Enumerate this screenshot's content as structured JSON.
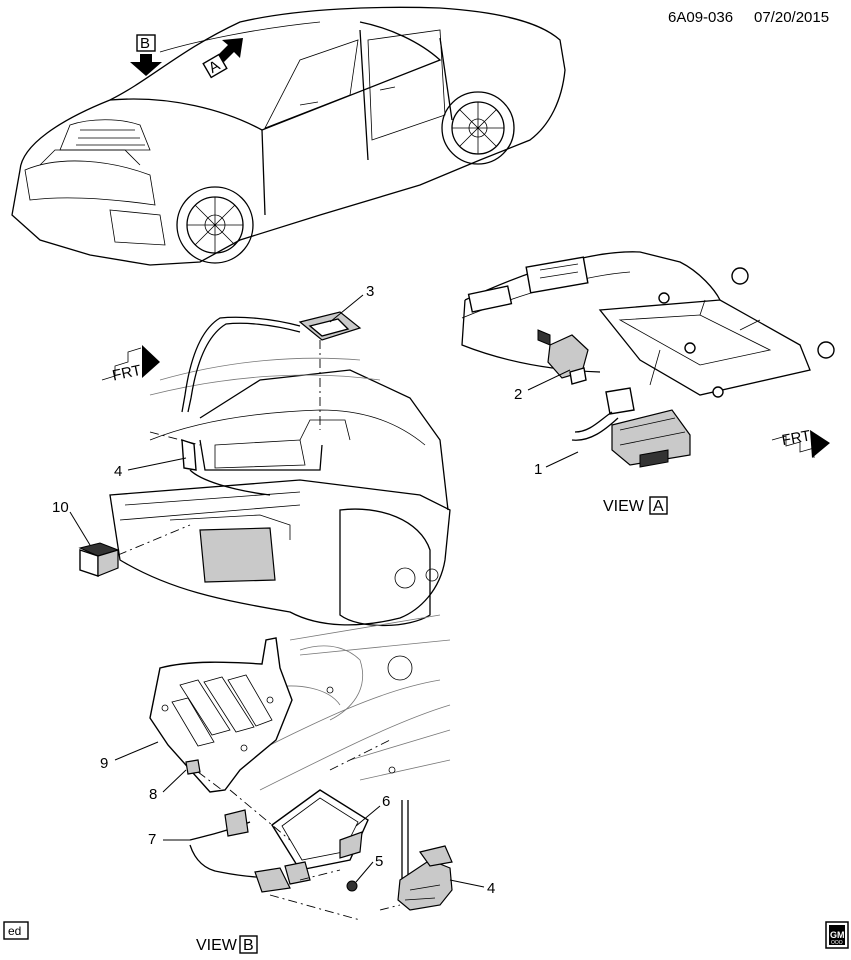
{
  "header": {
    "code": "6A09-036",
    "date": "07/20/2015"
  },
  "views": {
    "a": {
      "label": "VIEW",
      "letter": "A"
    },
    "b": {
      "label": "VIEW",
      "letter": "B"
    }
  },
  "arrows": {
    "a_letter": "A",
    "b_letter": "B"
  },
  "front_markers": {
    "left": "FRT",
    "right": "FRT"
  },
  "callouts": {
    "c1": "1",
    "c2": "2",
    "c3": "3",
    "c4_upper": "4",
    "c4_lower": "4",
    "c5": "5",
    "c6": "6",
    "c7": "7",
    "c8": "8",
    "c9": "9",
    "c10": "10"
  },
  "footer": {
    "badge": "ed",
    "logo": "GM",
    "logo_sub": "OOO"
  }
}
